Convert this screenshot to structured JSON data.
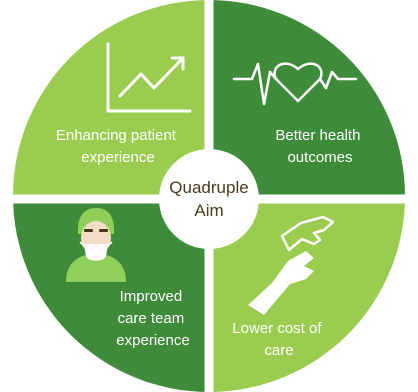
{
  "center": {
    "line1": "Quadruple",
    "line2": "Aim"
  },
  "quadrants": [
    {
      "position": "top-left",
      "color": "#9acd4f",
      "icon": "line-chart-icon",
      "lines": [
        "Enhancing patient",
        "experience"
      ]
    },
    {
      "position": "top-right",
      "color": "#3e8b3a",
      "icon": "heartbeat-icon",
      "lines": [
        "Better health",
        "outcomes"
      ]
    },
    {
      "position": "bottom-left",
      "color": "#3e8b3a",
      "icon": "care-worker-icon",
      "lines": [
        "Improved",
        "care team",
        "experience"
      ]
    },
    {
      "position": "bottom-right",
      "color": "#9acd4f",
      "icon": "helping-hands-icon",
      "lines": [
        "Lower cost of",
        "care"
      ]
    }
  ],
  "colors": {
    "light_green": "#9acd4f",
    "dark_green": "#3e8b3a",
    "separator": "#ffffff",
    "center_text": "#4a3b1f"
  }
}
